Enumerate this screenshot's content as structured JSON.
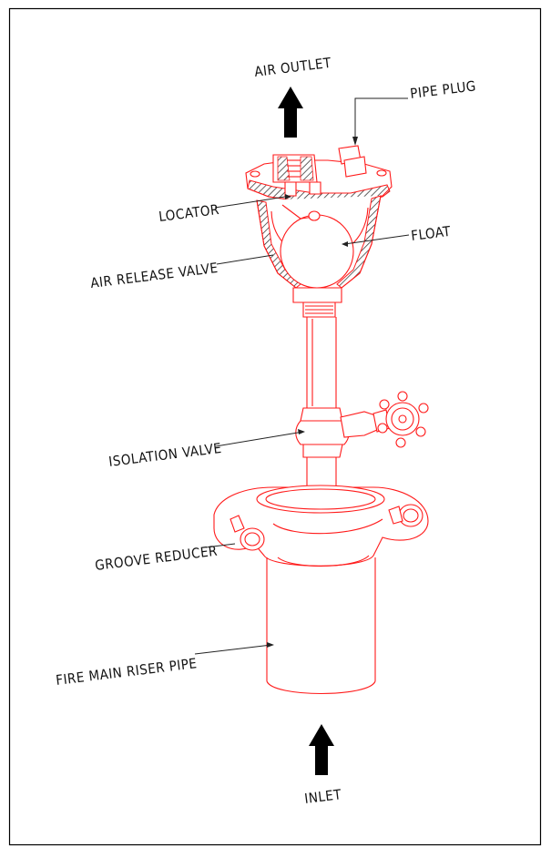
{
  "labels": {
    "air_outlet": "AIR OUTLET",
    "pipe_plug": "PIPE PLUG",
    "locator": "LOCATOR",
    "float": "FLOAT",
    "air_release_valve": "AIR RELEASE VALVE",
    "isolation_valve": "ISOLATION VALVE",
    "groove_reducer": "GROOVE REDUCER",
    "fire_main_riser_pipe": "FIRE MAIN RISER PIPE",
    "inlet": "INLET"
  },
  "colors": {
    "linework": "#ff1a1a",
    "text": "#111111",
    "arrow": "#000000",
    "border": "#000000"
  }
}
